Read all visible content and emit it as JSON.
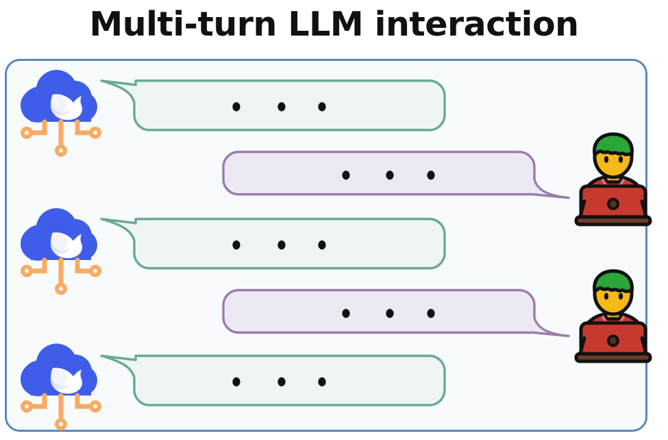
{
  "title": "Multi-turn LLM interaction",
  "colors": {
    "page_background": "#ffffff",
    "panel_background": "#f7fbfd",
    "panel_border": "#5b86bd",
    "title_text": "#111111",
    "llm_bubble_fill": "#eef5f3",
    "llm_bubble_border": "#6aa898",
    "user_bubble_fill": "#ede9f2",
    "user_bubble_border": "#9b7cab",
    "ellipsis_dot": "#111111",
    "cloud_blue": "#3f5de8",
    "cloud_whale": "#ffffff",
    "circuit_orange": "#f9ab63",
    "person_hair": "#2aa63a",
    "person_face": "#f5b817",
    "person_shirt": "#c7392f",
    "laptop_body": "#c7392f",
    "laptop_base": "#6e3b29",
    "outline_black": "#111111"
  },
  "panel": {
    "label": "conversation-panel"
  },
  "icons": {
    "llm_cloud": {
      "name": "deepseek-cloud-icon",
      "description": "blue cloud with white whale and orange circuit legs"
    },
    "user_person": {
      "name": "person-at-laptop-icon",
      "description": "person with green hair using a red laptop"
    }
  },
  "messages": [
    {
      "id": "llm-message-1",
      "speaker": "llm",
      "bubble": "llm-bubble",
      "ellipsis": [
        "•",
        "•",
        "•"
      ],
      "content": "..."
    },
    {
      "id": "user-message-1",
      "speaker": "user",
      "bubble": "user-bubble",
      "ellipsis": [
        "•",
        "•",
        "•"
      ],
      "content": "..."
    },
    {
      "id": "llm-message-2",
      "speaker": "llm",
      "bubble": "llm-bubble",
      "ellipsis": [
        "•",
        "•",
        "•"
      ],
      "content": "..."
    },
    {
      "id": "user-message-2",
      "speaker": "user",
      "bubble": "user-bubble",
      "ellipsis": [
        "•",
        "•",
        "•"
      ],
      "content": "..."
    },
    {
      "id": "llm-message-3",
      "speaker": "llm",
      "bubble": "llm-bubble",
      "ellipsis": [
        "•",
        "•",
        "•"
      ],
      "content": "..."
    }
  ],
  "avatars": {
    "llm": [
      {
        "id": "llm-avatar-1"
      },
      {
        "id": "llm-avatar-2"
      },
      {
        "id": "llm-avatar-3"
      }
    ],
    "user": [
      {
        "id": "user-avatar-1"
      },
      {
        "id": "user-avatar-2"
      }
    ]
  }
}
